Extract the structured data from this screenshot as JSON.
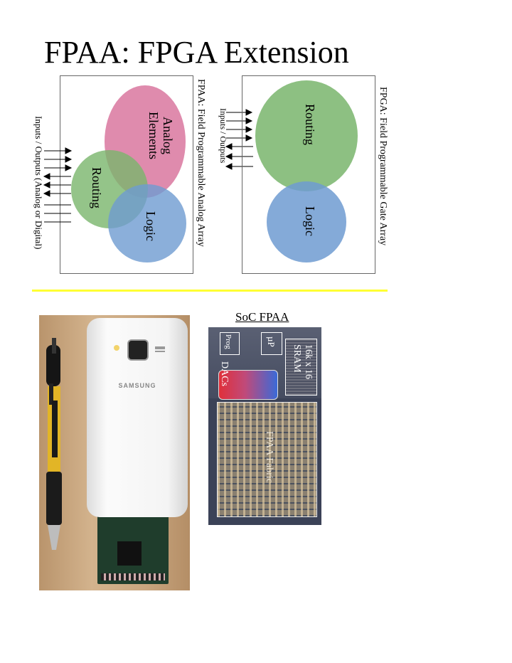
{
  "slide": {
    "title": "FPAA: FPGA Extension"
  },
  "fpaa_diagram": {
    "caption": "FPAA: Field Programmable Analog Array",
    "io_label": "Inputs / Outputs (Analog or Digital)",
    "circles": [
      {
        "label_line1": "Analog",
        "label_line2": "Elements",
        "color": "#d9779f"
      },
      {
        "label": "Routing",
        "color": "#79b56c"
      },
      {
        "label": "Logic",
        "color": "#6e9bd1"
      }
    ]
  },
  "fpga_diagram": {
    "caption": "FPGA: Field Programmable Gate Array",
    "io_label": "Inputs / Outputs",
    "circles": [
      {
        "label": "Routing",
        "color": "#79b56c"
      },
      {
        "label": "Logic",
        "color": "#6e9bd1"
      }
    ]
  },
  "divider_color": "#ffff33",
  "soc": {
    "label": "SoC FPAA",
    "blocks": {
      "prog": "Prog",
      "up": "µP",
      "sram_line1": "16k x 16",
      "sram_line2": "SRAM",
      "dacs": "DACs",
      "fabric": "FPAA Fabric"
    }
  },
  "phone_photo": {
    "brand_text": "SAMSUNG"
  }
}
